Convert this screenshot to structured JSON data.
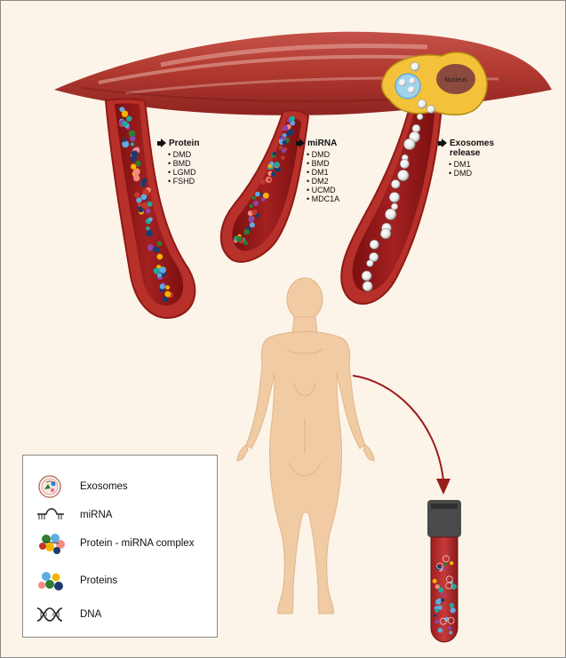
{
  "annotations": [
    {
      "title": "Protein",
      "items": [
        "DMD",
        "BMD",
        "LGMD",
        "FSHD"
      ]
    },
    {
      "title": "miRNA",
      "items": [
        "DMD",
        "BMD",
        "DM1",
        "DM2",
        "UCMD",
        "MDC1A"
      ]
    },
    {
      "title_lines": [
        "Exosomes",
        "release"
      ],
      "items": [
        "DM1",
        "DMD"
      ]
    }
  ],
  "nucleus_label": "Nucleus",
  "legend": [
    {
      "label": "Exosomes",
      "icon": "exosome-icon"
    },
    {
      "label": "miRNA",
      "icon": "mirna-icon"
    },
    {
      "label": "Protein - miRNA complex",
      "icon": "protein-mirna-complex-icon"
    },
    {
      "label": "Proteins",
      "icon": "proteins-icon"
    },
    {
      "label": "DNA",
      "icon": "dna-icon"
    }
  ],
  "colors": {
    "background": "#fcf4e8",
    "muscle": "#b33a2f",
    "vessel_wall": "#a8201e",
    "blood": "#8e1414",
    "cell_body": "#f3c23a",
    "nucleus": "#8a4a3e",
    "skin": "#f0cba3",
    "arrow": "#9a1c1c",
    "tube_cap": "#4a4a4a"
  }
}
